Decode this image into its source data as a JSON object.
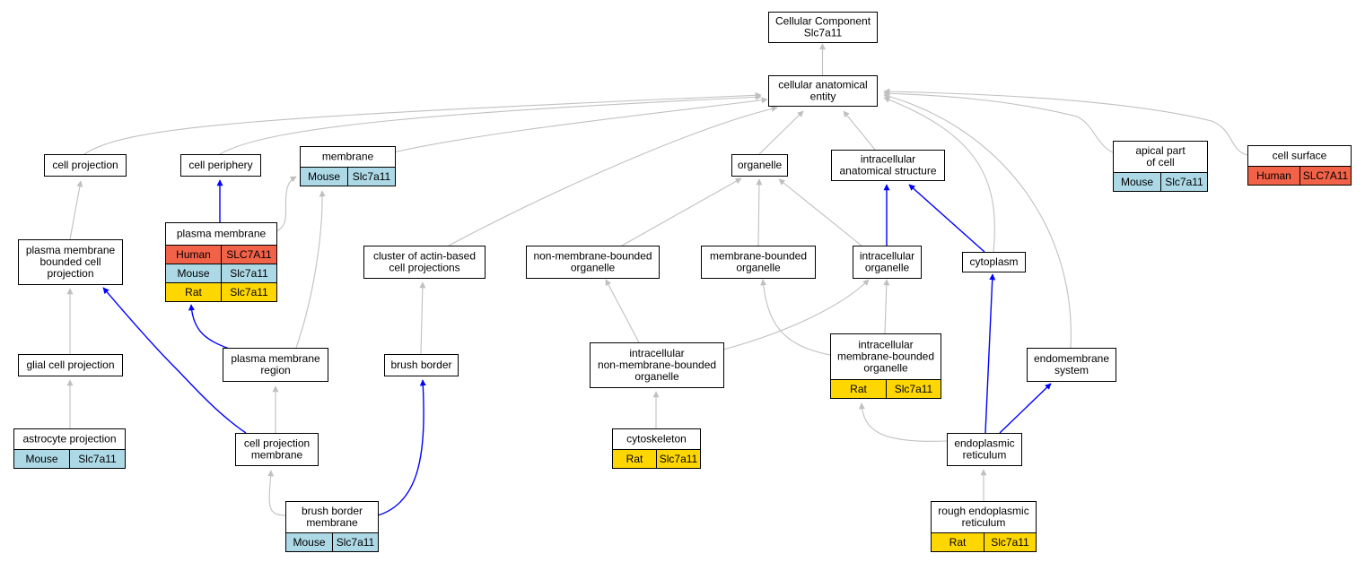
{
  "colors": {
    "is_a": "#c0c0c0",
    "part_of": "#0000ff",
    "Human": "#f26248",
    "Mouse": "#add8e6",
    "Rat": "#ffd700",
    "node_border": "#000000",
    "node_fill": "#ffffff"
  },
  "nodes": {
    "root": {
      "lines": [
        "Cellular Component",
        "Slc7a11"
      ]
    },
    "cae": {
      "lines": [
        "cellular anatomical",
        "entity"
      ]
    },
    "cell_projection": {
      "lines": [
        "cell projection"
      ]
    },
    "cell_periphery": {
      "lines": [
        "cell periphery"
      ]
    },
    "membrane": {
      "lines": [
        "membrane"
      ],
      "annotations": [
        {
          "species": "Mouse",
          "gene": "Slc7a11"
        }
      ]
    },
    "organelle": {
      "lines": [
        "organelle"
      ]
    },
    "ias": {
      "lines": [
        "intracellular",
        "anatomical structure"
      ]
    },
    "apical": {
      "lines": [
        "apical part",
        "of cell"
      ],
      "annotations": [
        {
          "species": "Mouse",
          "gene": "Slc7a11"
        }
      ]
    },
    "cell_surface": {
      "lines": [
        "cell surface"
      ],
      "annotations": [
        {
          "species": "Human",
          "gene": "SLC7A11"
        }
      ]
    },
    "pm": {
      "lines": [
        "plasma membrane"
      ],
      "annotations": [
        {
          "species": "Human",
          "gene": "SLC7A11"
        },
        {
          "species": "Mouse",
          "gene": "Slc7a11"
        },
        {
          "species": "Rat",
          "gene": "Slc7a11"
        }
      ]
    },
    "pmbcp": {
      "lines": [
        "plasma membrane",
        "bounded cell",
        "projection"
      ]
    },
    "cluster": {
      "lines": [
        "cluster of actin-based",
        "cell projections"
      ]
    },
    "nmbo": {
      "lines": [
        "non-membrane-bounded",
        "organelle"
      ]
    },
    "mbo": {
      "lines": [
        "membrane-bounded",
        "organelle"
      ]
    },
    "io": {
      "lines": [
        "intracellular",
        "organelle"
      ]
    },
    "cytoplasm": {
      "lines": [
        "cytoplasm"
      ]
    },
    "glial": {
      "lines": [
        "glial cell projection"
      ]
    },
    "pmr": {
      "lines": [
        "plasma membrane",
        "region"
      ]
    },
    "brush_border": {
      "lines": [
        "brush border"
      ]
    },
    "inmbo": {
      "lines": [
        "intracellular",
        "non-membrane-bounded",
        "organelle"
      ]
    },
    "imbo": {
      "lines": [
        "intracellular",
        "membrane-bounded",
        "organelle"
      ],
      "annotations": [
        {
          "species": "Rat",
          "gene": "Slc7a11"
        }
      ]
    },
    "endomembrane": {
      "lines": [
        "endomembrane",
        "system"
      ]
    },
    "astrocyte": {
      "lines": [
        "astrocyte projection"
      ],
      "annotations": [
        {
          "species": "Mouse",
          "gene": "Slc7a11"
        }
      ]
    },
    "cpm": {
      "lines": [
        "cell projection",
        "membrane"
      ]
    },
    "cytoskeleton": {
      "lines": [
        "cytoskeleton"
      ],
      "annotations": [
        {
          "species": "Rat",
          "gene": "Slc7a11"
        }
      ]
    },
    "er": {
      "lines": [
        "endoplasmic",
        "reticulum"
      ]
    },
    "bbm": {
      "lines": [
        "brush border",
        "membrane"
      ],
      "annotations": [
        {
          "species": "Mouse",
          "gene": "Slc7a11"
        }
      ]
    },
    "rer": {
      "lines": [
        "rough endoplasmic",
        "reticulum"
      ],
      "annotations": [
        {
          "species": "Rat",
          "gene": "Slc7a11"
        }
      ]
    }
  },
  "edges": [
    {
      "from": "cae",
      "to": "root",
      "type": "is_a"
    },
    {
      "from": "cell_projection",
      "to": "cae",
      "type": "is_a"
    },
    {
      "from": "cell_periphery",
      "to": "cae",
      "type": "is_a"
    },
    {
      "from": "membrane",
      "to": "cae",
      "type": "is_a"
    },
    {
      "from": "organelle",
      "to": "cae",
      "type": "is_a"
    },
    {
      "from": "ias",
      "to": "cae",
      "type": "is_a"
    },
    {
      "from": "apical",
      "to": "cae",
      "type": "is_a"
    },
    {
      "from": "cell_surface",
      "to": "cae",
      "type": "is_a"
    },
    {
      "from": "cluster",
      "to": "cae",
      "type": "is_a"
    },
    {
      "from": "cytoplasm",
      "to": "cae",
      "type": "is_a"
    },
    {
      "from": "endomembrane",
      "to": "cae",
      "type": "is_a"
    },
    {
      "from": "pm",
      "to": "cell_periphery",
      "type": "part_of"
    },
    {
      "from": "pm",
      "to": "membrane",
      "type": "is_a"
    },
    {
      "from": "pmbcp",
      "to": "cell_projection",
      "type": "is_a"
    },
    {
      "from": "nmbo",
      "to": "organelle",
      "type": "is_a"
    },
    {
      "from": "mbo",
      "to": "organelle",
      "type": "is_a"
    },
    {
      "from": "io",
      "to": "organelle",
      "type": "is_a"
    },
    {
      "from": "io",
      "to": "ias",
      "type": "part_of"
    },
    {
      "from": "cytoplasm",
      "to": "ias",
      "type": "part_of"
    },
    {
      "from": "glial",
      "to": "pmbcp",
      "type": "is_a"
    },
    {
      "from": "pmr",
      "to": "pm",
      "type": "part_of"
    },
    {
      "from": "pmr",
      "to": "membrane",
      "type": "is_a"
    },
    {
      "from": "brush_border",
      "to": "cluster",
      "type": "is_a"
    },
    {
      "from": "inmbo",
      "to": "nmbo",
      "type": "is_a"
    },
    {
      "from": "inmbo",
      "to": "io",
      "type": "is_a"
    },
    {
      "from": "imbo",
      "to": "mbo",
      "type": "is_a"
    },
    {
      "from": "imbo",
      "to": "io",
      "type": "is_a"
    },
    {
      "from": "astrocyte",
      "to": "glial",
      "type": "is_a"
    },
    {
      "from": "cpm",
      "to": "pmbcp",
      "type": "part_of"
    },
    {
      "from": "cpm",
      "to": "pmr",
      "type": "is_a"
    },
    {
      "from": "cytoskeleton",
      "to": "inmbo",
      "type": "is_a"
    },
    {
      "from": "er",
      "to": "cytoplasm",
      "type": "part_of"
    },
    {
      "from": "er",
      "to": "endomembrane",
      "type": "part_of"
    },
    {
      "from": "er",
      "to": "imbo",
      "type": "is_a"
    },
    {
      "from": "bbm",
      "to": "cpm",
      "type": "is_a"
    },
    {
      "from": "bbm",
      "to": "brush_border",
      "type": "part_of"
    },
    {
      "from": "rer",
      "to": "er",
      "type": "is_a"
    }
  ]
}
